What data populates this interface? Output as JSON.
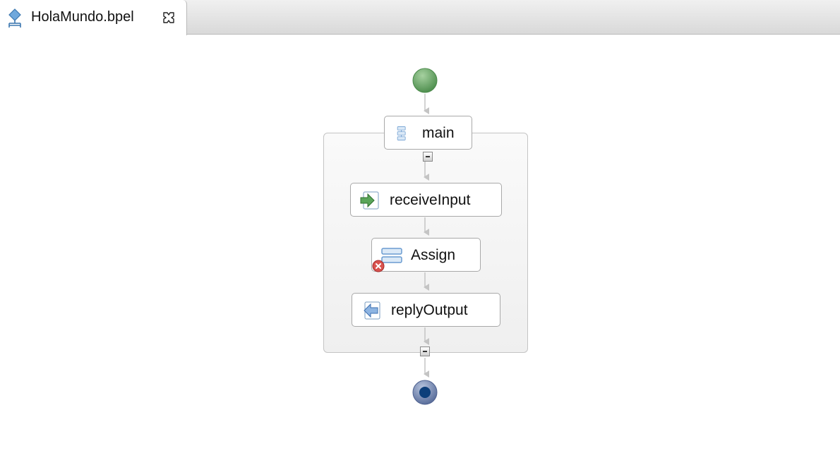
{
  "editor_tab": {
    "label": "HolaMundo.bpel",
    "icon": "bpel-process-icon",
    "close_icon": "close-icon"
  },
  "process": {
    "sequence": {
      "label": "main",
      "icon": "sequence-icon"
    },
    "activities": [
      {
        "label": "receiveInput",
        "icon": "receive-icon",
        "has_error": false
      },
      {
        "label": "Assign",
        "icon": "assign-icon",
        "has_error": true
      },
      {
        "label": "replyOutput",
        "icon": "reply-icon",
        "has_error": false
      }
    ]
  },
  "colors": {
    "start_node": "#6aa86a",
    "end_node": "#5b6f9c",
    "error": "#d9534f",
    "connector": "#c4c4c4"
  }
}
